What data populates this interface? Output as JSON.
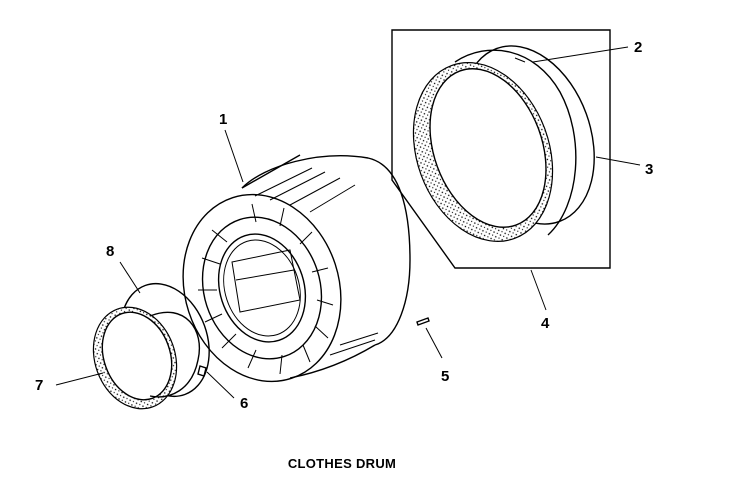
{
  "caption": "CLOTHES DRUM",
  "callouts": {
    "c1": "1",
    "c2": "2",
    "c3": "3",
    "c4": "4",
    "c5": "5",
    "c6": "6",
    "c7": "7",
    "c8": "8"
  }
}
